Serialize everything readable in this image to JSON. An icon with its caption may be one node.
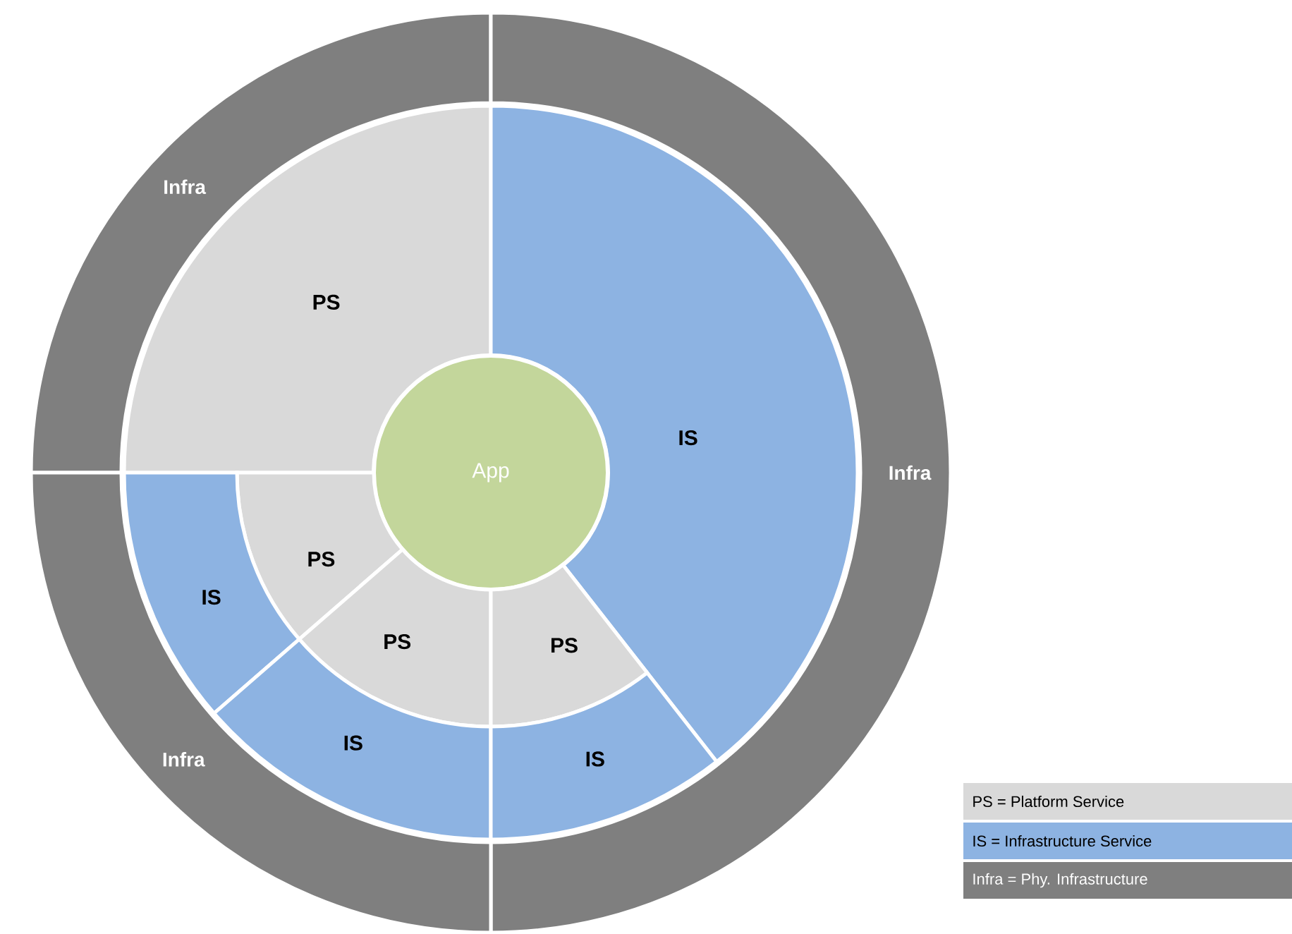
{
  "diagram": {
    "nodes": [
      {
        "text": [
          "Infra"
        ]
      },
      {
        "text": [
          "PS"
        ]
      },
      {
        "text": [
          "IS"
        ]
      },
      {
        "text": [
          "App"
        ]
      },
      {
        "text": [
          "Infra"
        ]
      },
      {
        "text": [
          "PS"
        ]
      },
      {
        "text": [
          "IS"
        ]
      },
      {
        "text": [
          "PS"
        ]
      },
      {
        "text": [
          "PS"
        ]
      },
      {
        "text": [
          "IS"
        ]
      },
      {
        "text": [
          "IS"
        ]
      },
      {
        "text": [
          "Infra"
        ]
      }
    ],
    "legend": [
      {
        "text": "PS = Platform Service",
        "color": "#d9d9d9"
      },
      {
        "text": "IS = Infrastructure Service",
        "color": "#8db3e2"
      },
      {
        "text": "Infra = Phy. Infrastructure",
        "color": "#7f7f7f"
      }
    ]
  }
}
